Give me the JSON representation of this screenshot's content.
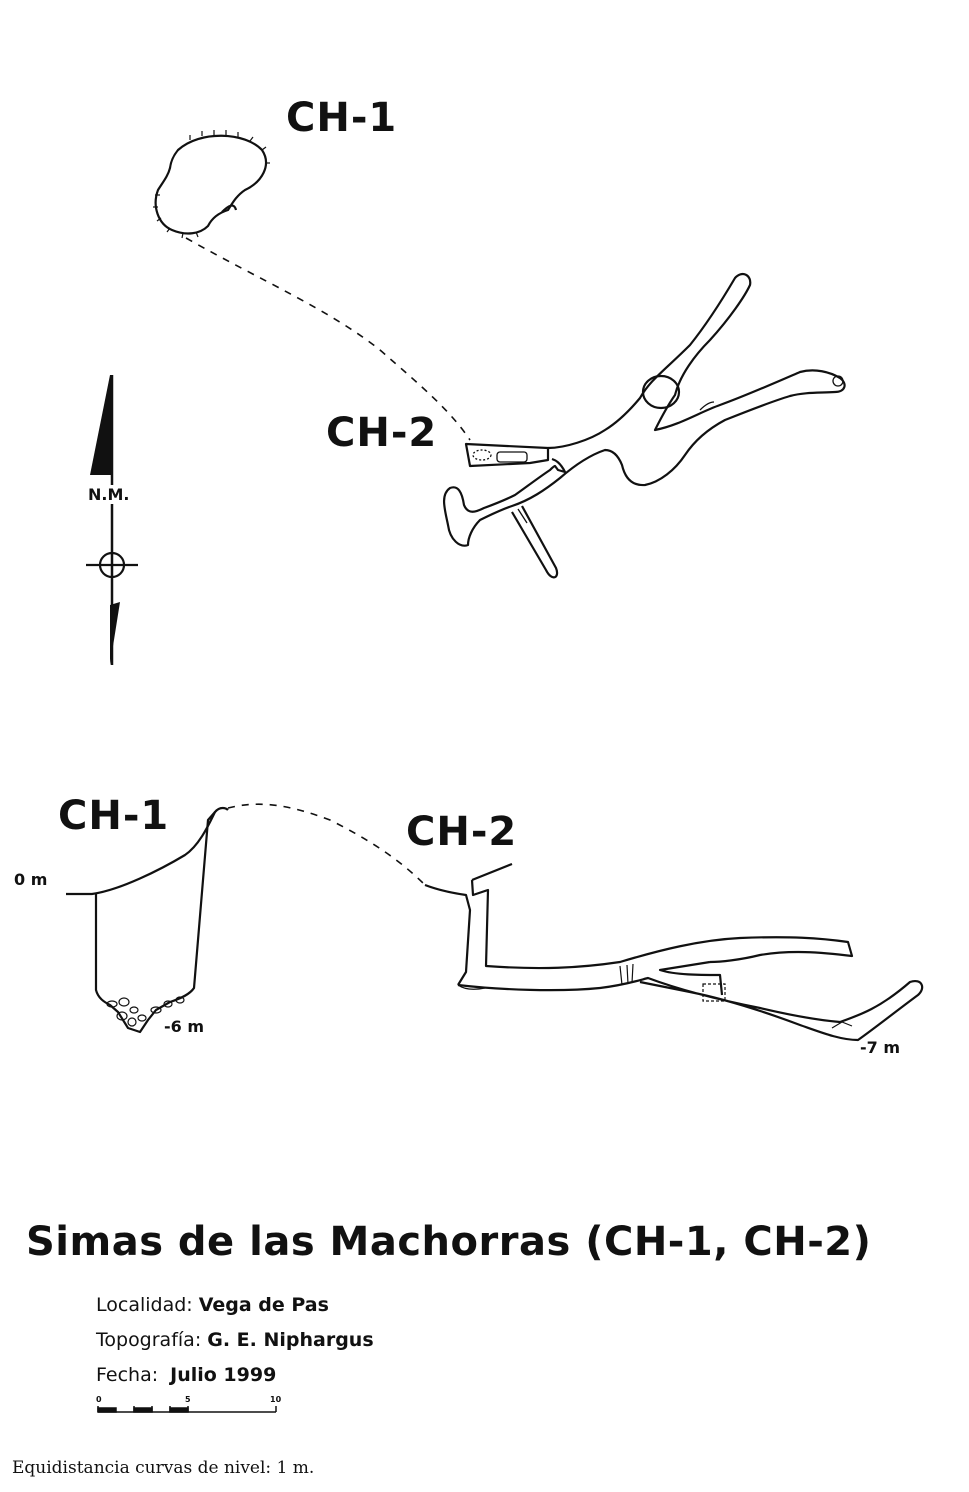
{
  "plan": {
    "label_ch1": "CH-1",
    "label_ch2": "CH-2",
    "north_label": "N.M."
  },
  "section": {
    "label_ch1": "CH-1",
    "label_ch2": "CH-2",
    "depth_zero": "0 m",
    "depth_ch1": "-6 m",
    "depth_ch2": "-7 m"
  },
  "title": "Simas de las Machorras (CH-1, CH-2)",
  "meta": {
    "localidad_key": "Localidad:",
    "localidad_val": "Vega de Pas",
    "topografia_key": "Topografía:",
    "topografia_val": "G. E. Niphargus",
    "fecha_key": "Fecha:",
    "fecha_val": "Julio 1999"
  },
  "scale": {
    "tick_0": "0",
    "tick_5": "5",
    "tick_10": "10"
  },
  "footer": "Equidistancia curvas de nivel: 1 m."
}
